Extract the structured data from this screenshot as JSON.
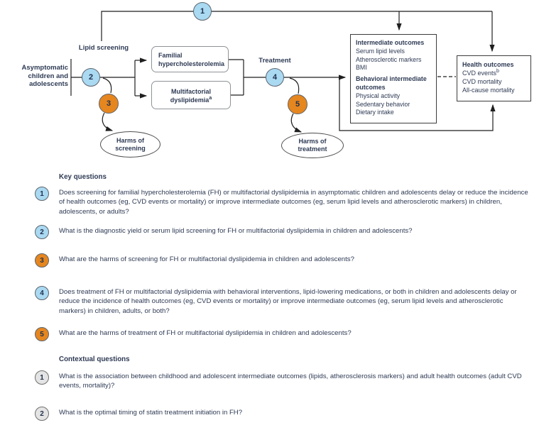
{
  "palette": {
    "text_navy": "#2e3a54",
    "circle_blue": "#aad9f2",
    "circle_orange": "#e5861f",
    "circle_gray": "#e4e4e4",
    "line_black": "#1f1f1f"
  },
  "diagram": {
    "population": {
      "line1": "Asymptomatic",
      "line2": "children and",
      "line3": "adolescents"
    },
    "lipid_screening_label": "Lipid screening",
    "treatment_label": "Treatment",
    "markers": {
      "k1": "1",
      "k2": "2",
      "k3": "3",
      "k4": "4",
      "k5": "5"
    },
    "fh_box": {
      "line1": "Familial",
      "line2": "hypercholesterolemia"
    },
    "md_box": {
      "line1": "Multifactorial",
      "line2": "dyslipidemia",
      "sup": "a"
    },
    "intermediate_box": {
      "title": "Intermediate outcomes",
      "item1": "Serum lipid levels",
      "item2": "Atherosclerotic markers",
      "item3": "BMI",
      "subtitle": "Behavioral intermediate outcomes",
      "item4": "Physical activity",
      "item5": "Sedentary behavior",
      "item6": "Dietary intake"
    },
    "health_box": {
      "title": "Health outcomes",
      "item1": "CVD events",
      "item1_sup": "b",
      "item2": "CVD mortality",
      "item3": "All-cause mortality"
    },
    "harms_screening": {
      "line1": "Harms of",
      "line2": "screening"
    },
    "harms_treatment": {
      "line1": "Harms of",
      "line2": "treatment"
    }
  },
  "key_questions": {
    "heading": "Key questions",
    "items": [
      {
        "num": "1",
        "color": "blue",
        "text": "Does screening for familial hypercholesterolemia (FH) or multifactorial dyslipidemia in asymptomatic children and adolescents delay or reduce the incidence of health outcomes (eg, CVD events or mortality) or improve intermediate outcomes (eg, serum lipid levels and atherosclerotic markers) in children, adolescents, or adults?"
      },
      {
        "num": "2",
        "color": "blue",
        "text": "What is the diagnostic yield or serum lipid screening for FH or multifactorial dyslipidemia in children and adolescents?"
      },
      {
        "num": "3",
        "color": "orange",
        "text": "What are the harms of screening for FH or multifactorial dyslipidemia in children and adolescents?"
      },
      {
        "num": "4",
        "color": "blue",
        "text": "Does treatment of FH or multifactorial dyslipidemia with behavioral interventions, lipid-lowering medications, or both in children and adolescents delay or reduce the incidence of health outcomes (eg, CVD events or mortality) or improve intermediate outcomes (eg, serum lipid levels and atherosclerotic markers) in children, adults, or both?"
      },
      {
        "num": "5",
        "color": "orange",
        "text": "What are the harms of treatment of FH or multifactorial dyslipidemia in children and adolescents?"
      }
    ]
  },
  "contextual_questions": {
    "heading": "Contextual questions",
    "items": [
      {
        "num": "1",
        "color": "gray",
        "text": "What is the association between childhood and adolescent intermediate outcomes (lipids, atherosclerosis markers) and adult health outcomes (adult CVD events, mortality)?"
      },
      {
        "num": "2",
        "color": "gray",
        "text": "What is the optimal timing of statin treatment initiation in FH?"
      }
    ]
  }
}
